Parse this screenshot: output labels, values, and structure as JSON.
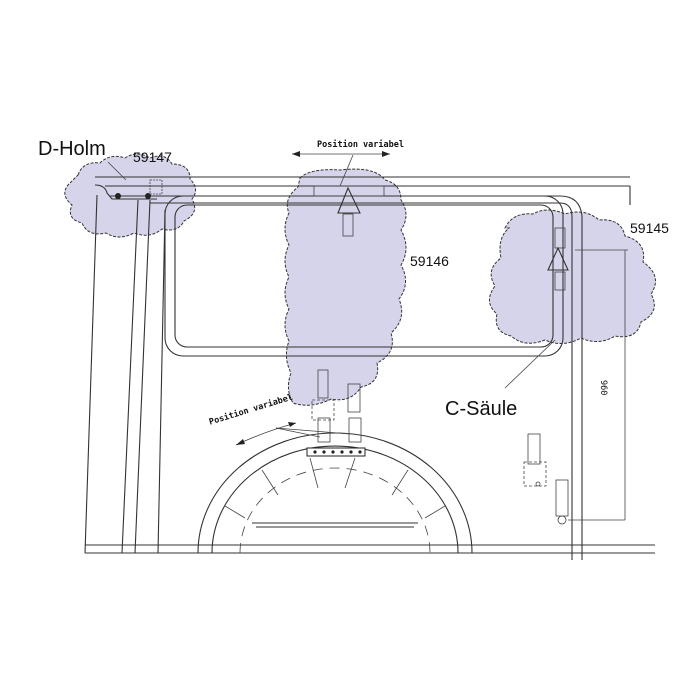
{
  "labels": {
    "d_holm": "D-Holm",
    "part_59147": "59147",
    "part_59146": "59146",
    "part_59145": "59145",
    "c_saeule": "C-Säule",
    "position_top": "Position variabel",
    "position_bottom": "Position variabel",
    "dimension": "960"
  },
  "colors": {
    "highlight": "#d5d4ea",
    "line": "#333333"
  }
}
